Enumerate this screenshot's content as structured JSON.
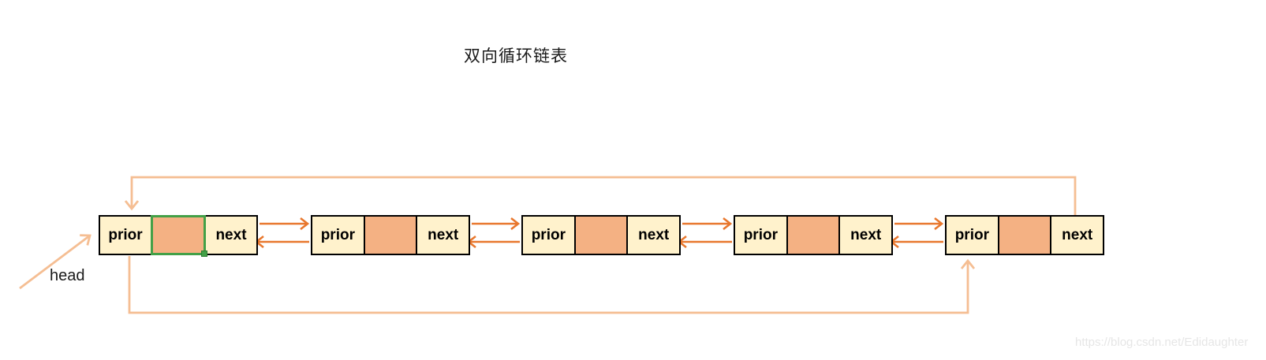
{
  "diagram": {
    "type": "doubly-circular-linked-list",
    "title": "双向循环链表",
    "head_label": "head",
    "node_count": 5,
    "nodes": [
      {
        "prior_label": "prior",
        "next_label": "next",
        "selected": true
      },
      {
        "prior_label": "prior",
        "next_label": "next",
        "selected": false
      },
      {
        "prior_label": "prior",
        "next_label": "next",
        "selected": false
      },
      {
        "prior_label": "prior",
        "next_label": "next",
        "selected": false
      },
      {
        "prior_label": "prior",
        "next_label": "next",
        "selected": false
      }
    ],
    "links": {
      "between_nodes": "paired arrows: next points right, prior points left",
      "circular_top": "last node next wraps over the top down into first node",
      "circular_bottom": "first node prior wraps under the bottom up into last node prior",
      "head_pointer": "head arrow points to first node"
    }
  },
  "watermark": "https://blog.csdn.net/Edidaughter",
  "colors": {
    "node_fill": "#FFF2CC",
    "data_fill": "#F4B183",
    "node_border": "#000000",
    "selection_green": "#43A047",
    "arrow_dark_orange": "#E8772D",
    "arrow_light_salmon": "#F5BE93",
    "watermark_gray": "#E6E6E6"
  }
}
